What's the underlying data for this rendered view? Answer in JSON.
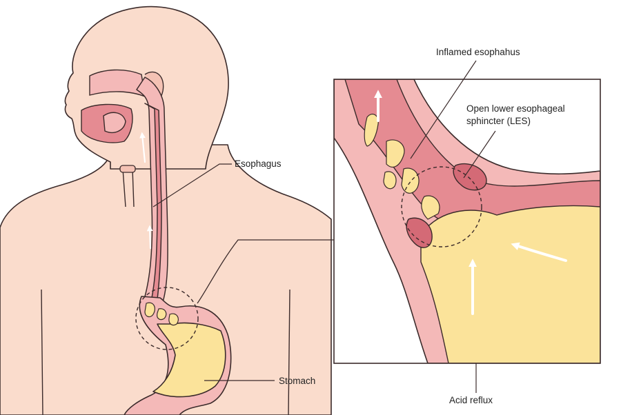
{
  "labels": {
    "esophagus": "Esophagus",
    "stomach": "Stomach",
    "inflamed": "Inflamed esophahus",
    "les_line1": "Open lower esophageal",
    "les_line2": "sphincter (LES)",
    "acid_reflux": "Acid reflux"
  },
  "colors": {
    "skin": "#fadccc",
    "outline": "#3a2a2a",
    "tissue_pink": "#f4b9b8",
    "tissue_red": "#e58b92",
    "tissue_dark": "#d46a76",
    "acid_yellow": "#fbe39a",
    "acid_deep": "#f8cf6a",
    "arrow": "#ffffff"
  },
  "icons": {
    "flow_arrow": "arrow-icon",
    "zoom_circle": "dashed-circle"
  }
}
